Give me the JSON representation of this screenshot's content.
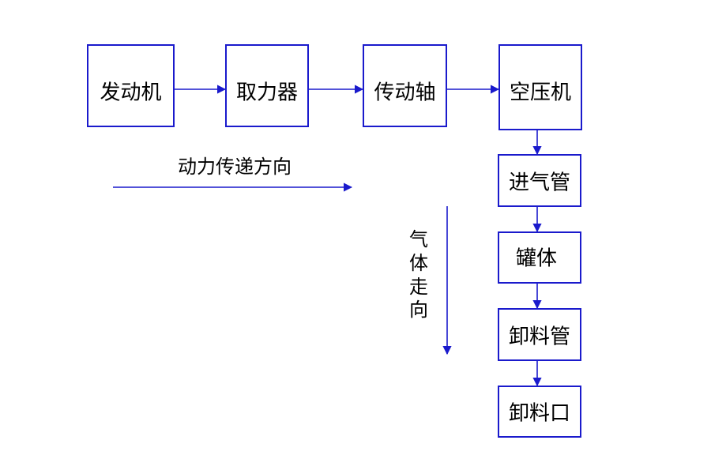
{
  "diagram": {
    "colors": {
      "box_border": "#1a1acc",
      "arrow": "#1a1acc",
      "text": "#000000",
      "background": "#ffffff"
    },
    "nodes": {
      "engine": "发动机",
      "pto": "取力器",
      "drive_shaft": "传动轴",
      "air_compressor": "空压机",
      "intake_pipe": "进气管",
      "tank": "罐体",
      "discharge_pipe": "卸料管",
      "discharge_port": "卸料口"
    },
    "labels": {
      "power_direction": "动力传递方向",
      "gas_direction": [
        "气",
        "体",
        "走",
        "向"
      ]
    },
    "edges": [
      {
        "from": "engine",
        "to": "pto"
      },
      {
        "from": "pto",
        "to": "drive_shaft"
      },
      {
        "from": "drive_shaft",
        "to": "air_compressor"
      },
      {
        "from": "air_compressor",
        "to": "intake_pipe"
      },
      {
        "from": "intake_pipe",
        "to": "tank"
      },
      {
        "from": "tank",
        "to": "discharge_pipe"
      },
      {
        "from": "discharge_pipe",
        "to": "discharge_port"
      }
    ]
  }
}
